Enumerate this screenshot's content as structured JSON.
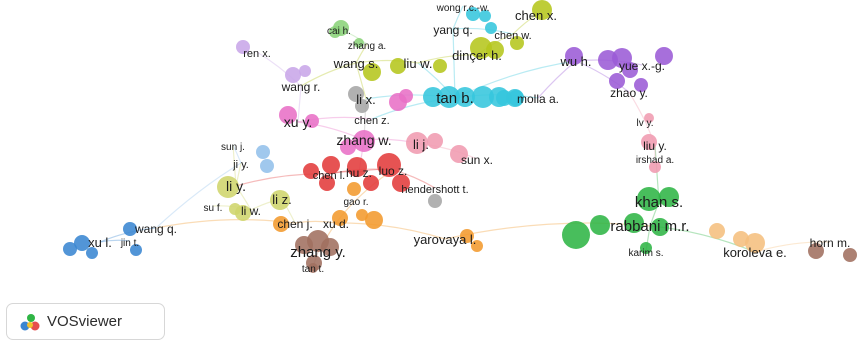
{
  "app": {
    "brand": "VOSviewer"
  },
  "network": {
    "clusters": {
      "red": "#e23b3b",
      "green": "#2fb545",
      "blue": "#3a86d1",
      "yellow": "#b5c61c",
      "purple": "#9b5bd6",
      "cyan": "#36c6dd",
      "orange": "#f29a2e",
      "brown": "#a07060",
      "pink": "#e86fc6",
      "lightpink": "#f09bb0",
      "lightblue": "#93c0ea",
      "olive": "#cfd56c",
      "lightgreen": "#8bd37a",
      "gray": "#a6a6a6",
      "lilac": "#c8a6e8",
      "lightorange": "#f5bf7e"
    },
    "nodes": [
      {
        "id": "tan_b",
        "label": "tan b.",
        "cluster": "cyan"
      },
      {
        "id": "molla_a",
        "label": "molla a.",
        "cluster": "cyan"
      },
      {
        "id": "yang_q",
        "label": "yang q.",
        "cluster": "cyan"
      },
      {
        "id": "wong_rc",
        "label": "wong r.c.-w.",
        "cluster": "cyan"
      },
      {
        "id": "chen_x",
        "label": "chen x.",
        "cluster": "yellow"
      },
      {
        "id": "chen_w",
        "label": "chen w.",
        "cluster": "yellow"
      },
      {
        "id": "dincer_h",
        "label": "dinçer h.",
        "cluster": "yellow"
      },
      {
        "id": "liu_w",
        "label": "liu w.",
        "cluster": "yellow"
      },
      {
        "id": "wang_s",
        "label": "wang s.",
        "cluster": "yellow"
      },
      {
        "id": "zhang_a",
        "label": "zhang a.",
        "cluster": "lightgreen"
      },
      {
        "id": "cai_h",
        "label": "cai h.",
        "cluster": "lightgreen"
      },
      {
        "id": "ren_x",
        "label": "ren x.",
        "cluster": "lilac"
      },
      {
        "id": "wang_r",
        "label": "wang r.",
        "cluster": "lilac"
      },
      {
        "id": "li_x",
        "label": "li x.",
        "cluster": "gray"
      },
      {
        "id": "xu_y",
        "label": "xu y.",
        "cluster": "pink"
      },
      {
        "id": "chen_z",
        "label": "chen z.",
        "cluster": "pink"
      },
      {
        "id": "zhang_w",
        "label": "zhang w.",
        "cluster": "pink"
      },
      {
        "id": "li_j",
        "label": "li j.",
        "cluster": "lightpink"
      },
      {
        "id": "sun_x",
        "label": "sun x.",
        "cluster": "lightpink"
      },
      {
        "id": "chen_l",
        "label": "chen l.",
        "cluster": "red"
      },
      {
        "id": "hu_z",
        "label": "hu z.",
        "cluster": "red"
      },
      {
        "id": "luo_z",
        "label": "luo z.",
        "cluster": "red"
      },
      {
        "id": "hendershott_t",
        "label": "hendershott t.",
        "cluster": "gray"
      },
      {
        "id": "sun_j",
        "label": "sun j.",
        "cluster": "lightblue"
      },
      {
        "id": "ji_y",
        "label": "ji y.",
        "cluster": "lightblue"
      },
      {
        "id": "li_y",
        "label": "li y.",
        "cluster": "olive"
      },
      {
        "id": "su_f",
        "label": "su f.",
        "cluster": "olive"
      },
      {
        "id": "li_w",
        "label": "li w.",
        "cluster": "olive"
      },
      {
        "id": "li_z",
        "label": "li z.",
        "cluster": "olive"
      },
      {
        "id": "gao_r",
        "label": "gao r.",
        "cluster": "orange"
      },
      {
        "id": "chen_j",
        "label": "chen j.",
        "cluster": "orange"
      },
      {
        "id": "xu_d",
        "label": "xu d.",
        "cluster": "orange"
      },
      {
        "id": "wang_q",
        "label": "wang q.",
        "cluster": "blue"
      },
      {
        "id": "xu_l",
        "label": "xu l.",
        "cluster": "blue"
      },
      {
        "id": "jin_t",
        "label": "jin t.",
        "cluster": "blue"
      },
      {
        "id": "zhang_y",
        "label": "zhang y.",
        "cluster": "brown"
      },
      {
        "id": "tan_t",
        "label": "tan t.",
        "cluster": "brown"
      },
      {
        "id": "yarovaya_l",
        "label": "yarovaya l.",
        "cluster": "orange"
      },
      {
        "id": "wu_h",
        "label": "wu h.",
        "cluster": "purple"
      },
      {
        "id": "yue_xg",
        "label": "yue x.-g.",
        "cluster": "purple"
      },
      {
        "id": "zhao_y",
        "label": "zhao y.",
        "cluster": "purple"
      },
      {
        "id": "lv_y",
        "label": "lv y.",
        "cluster": "lightpink"
      },
      {
        "id": "liu_y",
        "label": "liu y.",
        "cluster": "lightpink"
      },
      {
        "id": "irshad_a",
        "label": "irshad a.",
        "cluster": "lightpink"
      },
      {
        "id": "khan_s",
        "label": "khan s.",
        "cluster": "green"
      },
      {
        "id": "rabbani_mr",
        "label": "rabbani m.r.",
        "cluster": "green"
      },
      {
        "id": "karim_s",
        "label": "karim s.",
        "cluster": "green"
      },
      {
        "id": "koroleva_e",
        "label": "koroleva e.",
        "cluster": "lightorange"
      },
      {
        "id": "horn_m",
        "label": "horn m.",
        "cluster": "brown"
      }
    ],
    "links": [
      [
        "tan_b",
        "molla_a"
      ],
      [
        "tan_b",
        "liu_w"
      ],
      [
        "tan_b",
        "li_x"
      ],
      [
        "tan_b",
        "chen_z"
      ],
      [
        "tan_b",
        "wu_h"
      ],
      [
        "tan_b",
        "yang_q"
      ],
      [
        "yang_q",
        "wong_rc"
      ],
      [
        "yang_q",
        "chen_w"
      ],
      [
        "chen_w",
        "chen_x"
      ],
      [
        "chen_w",
        "dincer_h"
      ],
      [
        "dincer_h",
        "liu_w"
      ],
      [
        "liu_w",
        "wang_s"
      ],
      [
        "wang_s",
        "zhang_a"
      ],
      [
        "zhang_a",
        "cai_h"
      ],
      [
        "wang_s",
        "li_x"
      ],
      [
        "wang_s",
        "wang_r"
      ],
      [
        "wang_r",
        "ren_x"
      ],
      [
        "wang_r",
        "xu_y"
      ],
      [
        "xu_y",
        "chen_z"
      ],
      [
        "xu_y",
        "zhang_w"
      ],
      [
        "zhang_w",
        "li_j"
      ],
      [
        "li_j",
        "sun_x"
      ],
      [
        "zhang_w",
        "hu_z"
      ],
      [
        "hu_z",
        "chen_l"
      ],
      [
        "hu_z",
        "luo_z"
      ],
      [
        "luo_z",
        "hendershott_t"
      ],
      [
        "chen_l",
        "li_y"
      ],
      [
        "li_y",
        "ji_y"
      ],
      [
        "ji_y",
        "sun_j"
      ],
      [
        "li_y",
        "li_w"
      ],
      [
        "li_w",
        "su_f"
      ],
      [
        "li_w",
        "li_z"
      ],
      [
        "li_z",
        "chen_j"
      ],
      [
        "chen_j",
        "xu_d"
      ],
      [
        "xu_d",
        "gao_r"
      ],
      [
        "xu_d",
        "zhang_y"
      ],
      [
        "zhang_y",
        "tan_t"
      ],
      [
        "chen_j",
        "wang_q"
      ],
      [
        "wang_q",
        "xu_l"
      ],
      [
        "xu_l",
        "jin_t"
      ],
      [
        "xu_d",
        "yarovaya_l"
      ],
      [
        "yarovaya_l",
        "rabbani_mr"
      ],
      [
        "rabbani_mr",
        "khan_s"
      ],
      [
        "rabbani_mr",
        "karim_s"
      ],
      [
        "rabbani_mr",
        "koroleva_e"
      ],
      [
        "koroleva_e",
        "horn_m"
      ],
      [
        "khan_s",
        "liu_y"
      ],
      [
        "liu_y",
        "irshad_a"
      ],
      [
        "liu_y",
        "lv_y"
      ],
      [
        "lv_y",
        "zhao_y"
      ],
      [
        "zhao_y",
        "wu_h"
      ],
      [
        "wu_h",
        "yue_xg"
      ],
      [
        "wu_h",
        "molla_a"
      ],
      [
        "chen_l",
        "luo_z"
      ],
      [
        "gao_r",
        "luo_z"
      ],
      [
        "li_x",
        "zhang_w"
      ],
      [
        "ji_y",
        "wang_q"
      ],
      [
        "li_y",
        "sun_j"
      ]
    ]
  }
}
